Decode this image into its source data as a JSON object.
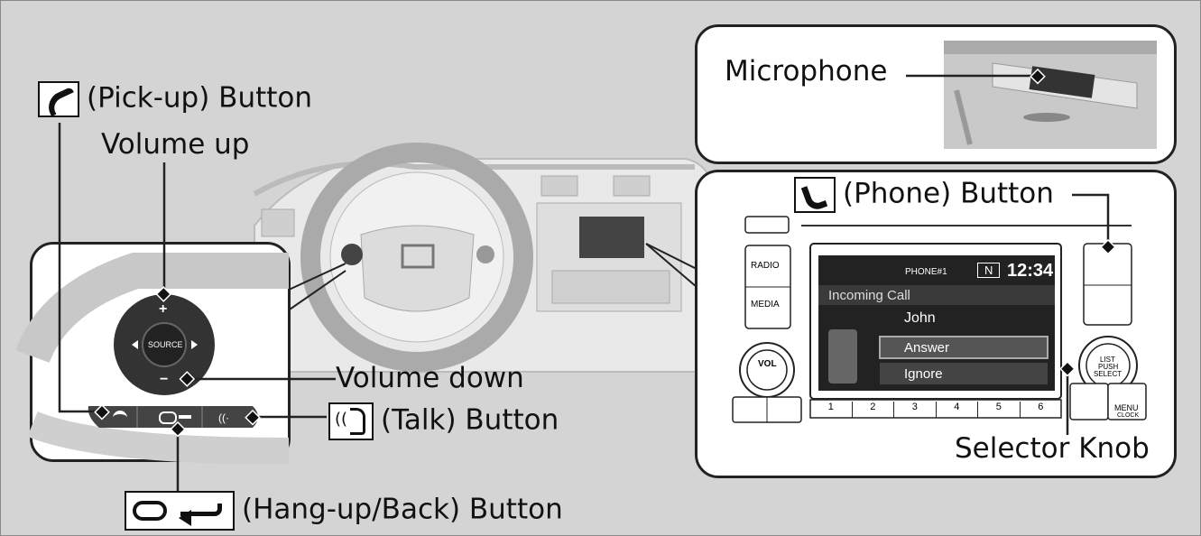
{
  "labels": {
    "pickup": "(Pick-up) Button",
    "volume_up": "Volume up",
    "volume_down": "Volume down",
    "talk": "(Talk) Button",
    "hangup_back": "(Hang-up/Back) Button",
    "microphone": "Microphone",
    "phone": "(Phone) Button",
    "selector_knob": "Selector Knob"
  },
  "steering_pad": {
    "source": "SOURCE",
    "plus": "+",
    "minus": "−"
  },
  "audio_unit": {
    "radio": "RADIO",
    "media": "MEDIA",
    "vol": "VOL",
    "list": "LIST",
    "push": "PUSH",
    "select": "SELECT",
    "menu": "MENU",
    "clock": "CLOCK",
    "presets": [
      "1",
      "2",
      "3",
      "4",
      "5",
      "6"
    ]
  },
  "screen": {
    "phone_name": "PHONE#1",
    "mode_badge": "N",
    "time": "12:34",
    "incoming": "Incoming Call",
    "caller": "John",
    "answer": "Answer",
    "ignore": "Ignore"
  },
  "icons": [
    "pickup-icon",
    "talk-icon",
    "hangup-icon",
    "back-icon",
    "phone-icon",
    "microphone-icon"
  ]
}
